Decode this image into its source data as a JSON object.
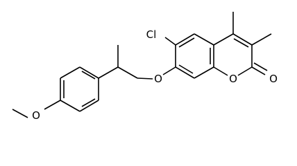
{
  "molecule": {
    "atom_labels": {
      "chlorine": "Cl",
      "ether_oxygen": "O",
      "ring_oxygen": "O",
      "carbonyl_oxygen": "O",
      "methoxy_oxygen": "O"
    }
  },
  "colors": {
    "bond": "#000000",
    "label": "#000000",
    "background": "#ffffff"
  }
}
